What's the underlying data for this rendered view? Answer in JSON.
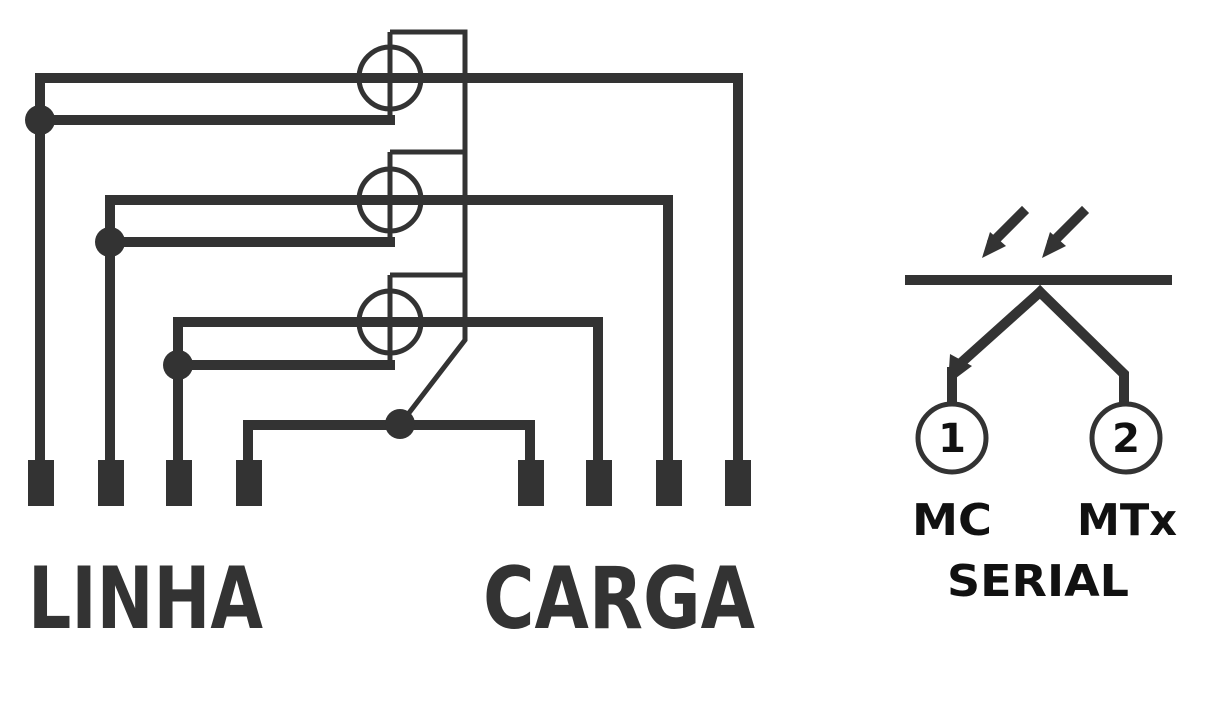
{
  "diagram": {
    "left_label": "LINHA",
    "right_label": "CARGA",
    "port1_number": "1",
    "port2_number": "2",
    "port1_label": "MC",
    "port2_label": "MTx",
    "interface_label": "SERIAL"
  }
}
